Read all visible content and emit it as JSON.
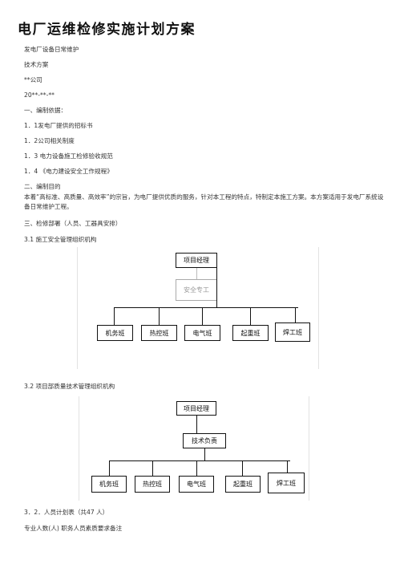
{
  "doc": {
    "title": "电厂运维检修实施计划方案",
    "lines": [
      "发电厂设备日常维护",
      "技术方案",
      "**公司",
      "20**-**-**",
      "一、编制依据：",
      "1．1发电厂提供的招标书",
      "1．2公司相关制度",
      "1．3 电力设备施工检修验收规范",
      "1．4 《电力建设安全工作规程》",
      "二、编制目的"
    ],
    "purpose_paragraph": "本着“高标准、高质量、高效率”的宗旨，为电厂提供优质的服务，针对本工程的特点，特制定本施工方案。本方案适用于发电厂系统设备日常维护工程。",
    "section_three": "三、检修部署（人员、工器具安排）",
    "section_3_1": "3.1 施工安全管理组织机构",
    "section_3_2": "3.2 项目部质量技术管理组织机构",
    "section_3_3": "3．2．人员计划表（共47 人）",
    "table_header_line": "专业人数(人) 职务人员素质要求备注"
  },
  "chart1": {
    "top": "项目经理",
    "middle": "安全专工",
    "teams": [
      "机务班",
      "热控班",
      "电气班",
      "起重班",
      "焊工班"
    ]
  },
  "chart2": {
    "top": "项目经理",
    "middle": "技术负责",
    "teams": [
      "机务班",
      "热控班",
      "电气班",
      "起重班",
      "焊工班"
    ]
  }
}
